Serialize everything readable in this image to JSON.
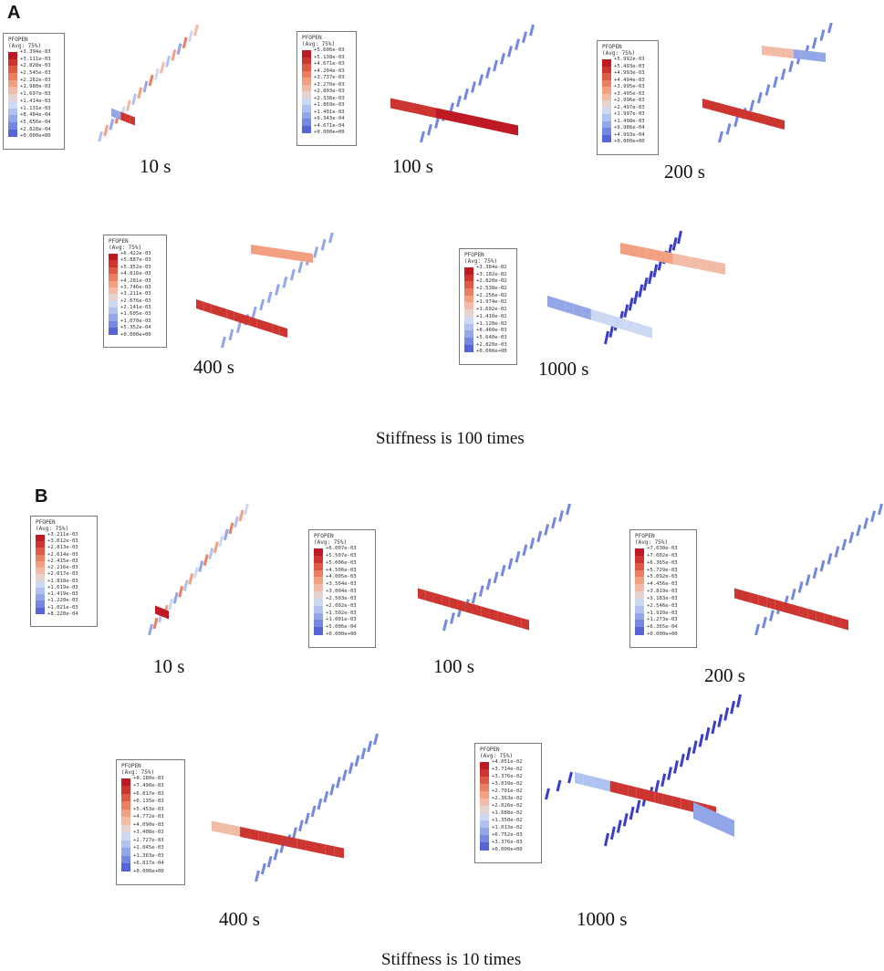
{
  "panels": [
    {
      "letter": "A",
      "caption": "Stiffness is 100 times"
    },
    {
      "letter": "B",
      "caption": "Stiffness is 10 times"
    }
  ],
  "variable": "PFOPEN",
  "avg": "(Avg: 75%)",
  "colors": [
    "#3b3fc8",
    "#5565d6",
    "#7388e0",
    "#92a6e8",
    "#b0c2ef",
    "#cdd9f3",
    "#e4d3ce",
    "#f1bba6",
    "#f29f82",
    "#ea7f61",
    "#dc5b45",
    "#cc3530",
    "#bd1a24"
  ],
  "images": [
    {
      "panel": "A",
      "time": "10 s",
      "legend": [
        "+3.394e-03",
        "+3.111e-03",
        "+2.828e-03",
        "+2.545e-03",
        "+2.262e-03",
        "+1.980e-03",
        "+1.697e-03",
        "+1.414e-03",
        "+1.131e-03",
        "+8.484e-04",
        "+5.656e-04",
        "+2.828e-04",
        "+0.000e+00"
      ]
    },
    {
      "panel": "A",
      "time": "100 s",
      "legend": [
        "+5.606e-03",
        "+5.138e-03",
        "+4.671e-03",
        "+4.204e-03",
        "+3.737e-03",
        "+3.270e-03",
        "+2.803e-03",
        "+2.336e-03",
        "+1.869e-03",
        "+1.401e-03",
        "+9.343e-04",
        "+4.671e-04",
        "+0.000e+00"
      ]
    },
    {
      "panel": "A",
      "time": "200 s",
      "legend": [
        "+5.992e-03",
        "+5.493e-03",
        "+4.993e-03",
        "+4.494e-03",
        "+3.995e-03",
        "+3.495e-03",
        "+2.996e-03",
        "+2.497e-03",
        "+1.997e-03",
        "+1.498e-03",
        "+9.986e-04",
        "+4.993e-04",
        "+0.000e+00"
      ]
    },
    {
      "panel": "A",
      "time": "400 s",
      "legend": [
        "+6.422e-03",
        "+5.887e-03",
        "+5.352e-03",
        "+4.816e-03",
        "+4.281e-03",
        "+3.746e-03",
        "+3.211e-03",
        "+2.676e-03",
        "+2.141e-03",
        "+1.605e-03",
        "+1.070e-03",
        "+5.352e-04",
        "+0.000e+00"
      ]
    },
    {
      "panel": "A",
      "time": "1000 s",
      "legend": [
        "+3.384e-02",
        "+3.102e-02",
        "+2.820e-02",
        "+2.538e-02",
        "+2.256e-02",
        "+1.974e-02",
        "+1.692e-02",
        "+1.410e-02",
        "+1.128e-02",
        "+8.460e-03",
        "+5.640e-03",
        "+2.820e-03",
        "+0.000e+00"
      ]
    },
    {
      "panel": "B",
      "time": "10 s",
      "legend": [
        "+3.211e-03",
        "+3.012e-03",
        "+2.813e-03",
        "+2.614e-03",
        "+2.415e-03",
        "+2.216e-03",
        "+2.017e-03",
        "+1.818e-03",
        "+1.619e-03",
        "+1.419e-03",
        "+1.220e-03",
        "+1.021e-03",
        "+8.220e-04"
      ]
    },
    {
      "panel": "B",
      "time": "100 s",
      "legend": [
        "+6.007e-03",
        "+5.507e-03",
        "+5.006e-03",
        "+4.506e-03",
        "+4.005e-03",
        "+3.504e-03",
        "+3.004e-03",
        "+2.503e-03",
        "+2.002e-03",
        "+1.502e-03",
        "+1.001e-03",
        "+5.006e-04",
        "+0.000e+00"
      ]
    },
    {
      "panel": "B",
      "time": "200 s",
      "legend": [
        "+7.638e-03",
        "+7.002e-03",
        "+6.365e-03",
        "+5.729e-03",
        "+5.092e-03",
        "+4.456e-03",
        "+3.819e-03",
        "+3.183e-03",
        "+2.546e-03",
        "+1.910e-03",
        "+1.273e-03",
        "+6.365e-04",
        "+0.000e+00"
      ]
    },
    {
      "panel": "B",
      "time": "400 s",
      "legend": [
        "+8.180e-03",
        "+7.498e-03",
        "+6.817e-03",
        "+6.135e-03",
        "+5.453e-03",
        "+4.772e-03",
        "+4.090e-03",
        "+3.408e-03",
        "+2.727e-03",
        "+2.045e-03",
        "+1.363e-03",
        "+6.817e-04",
        "+0.000e+00"
      ]
    },
    {
      "panel": "B",
      "time": "1000 s",
      "legend": [
        "+4.051e-02",
        "+3.714e-02",
        "+3.376e-02",
        "+3.039e-02",
        "+2.701e-02",
        "+2.363e-02",
        "+2.026e-02",
        "+1.688e-02",
        "+1.350e-02",
        "+1.013e-02",
        "+6.752e-03",
        "+3.376e-03",
        "+0.000e+00"
      ]
    }
  ]
}
